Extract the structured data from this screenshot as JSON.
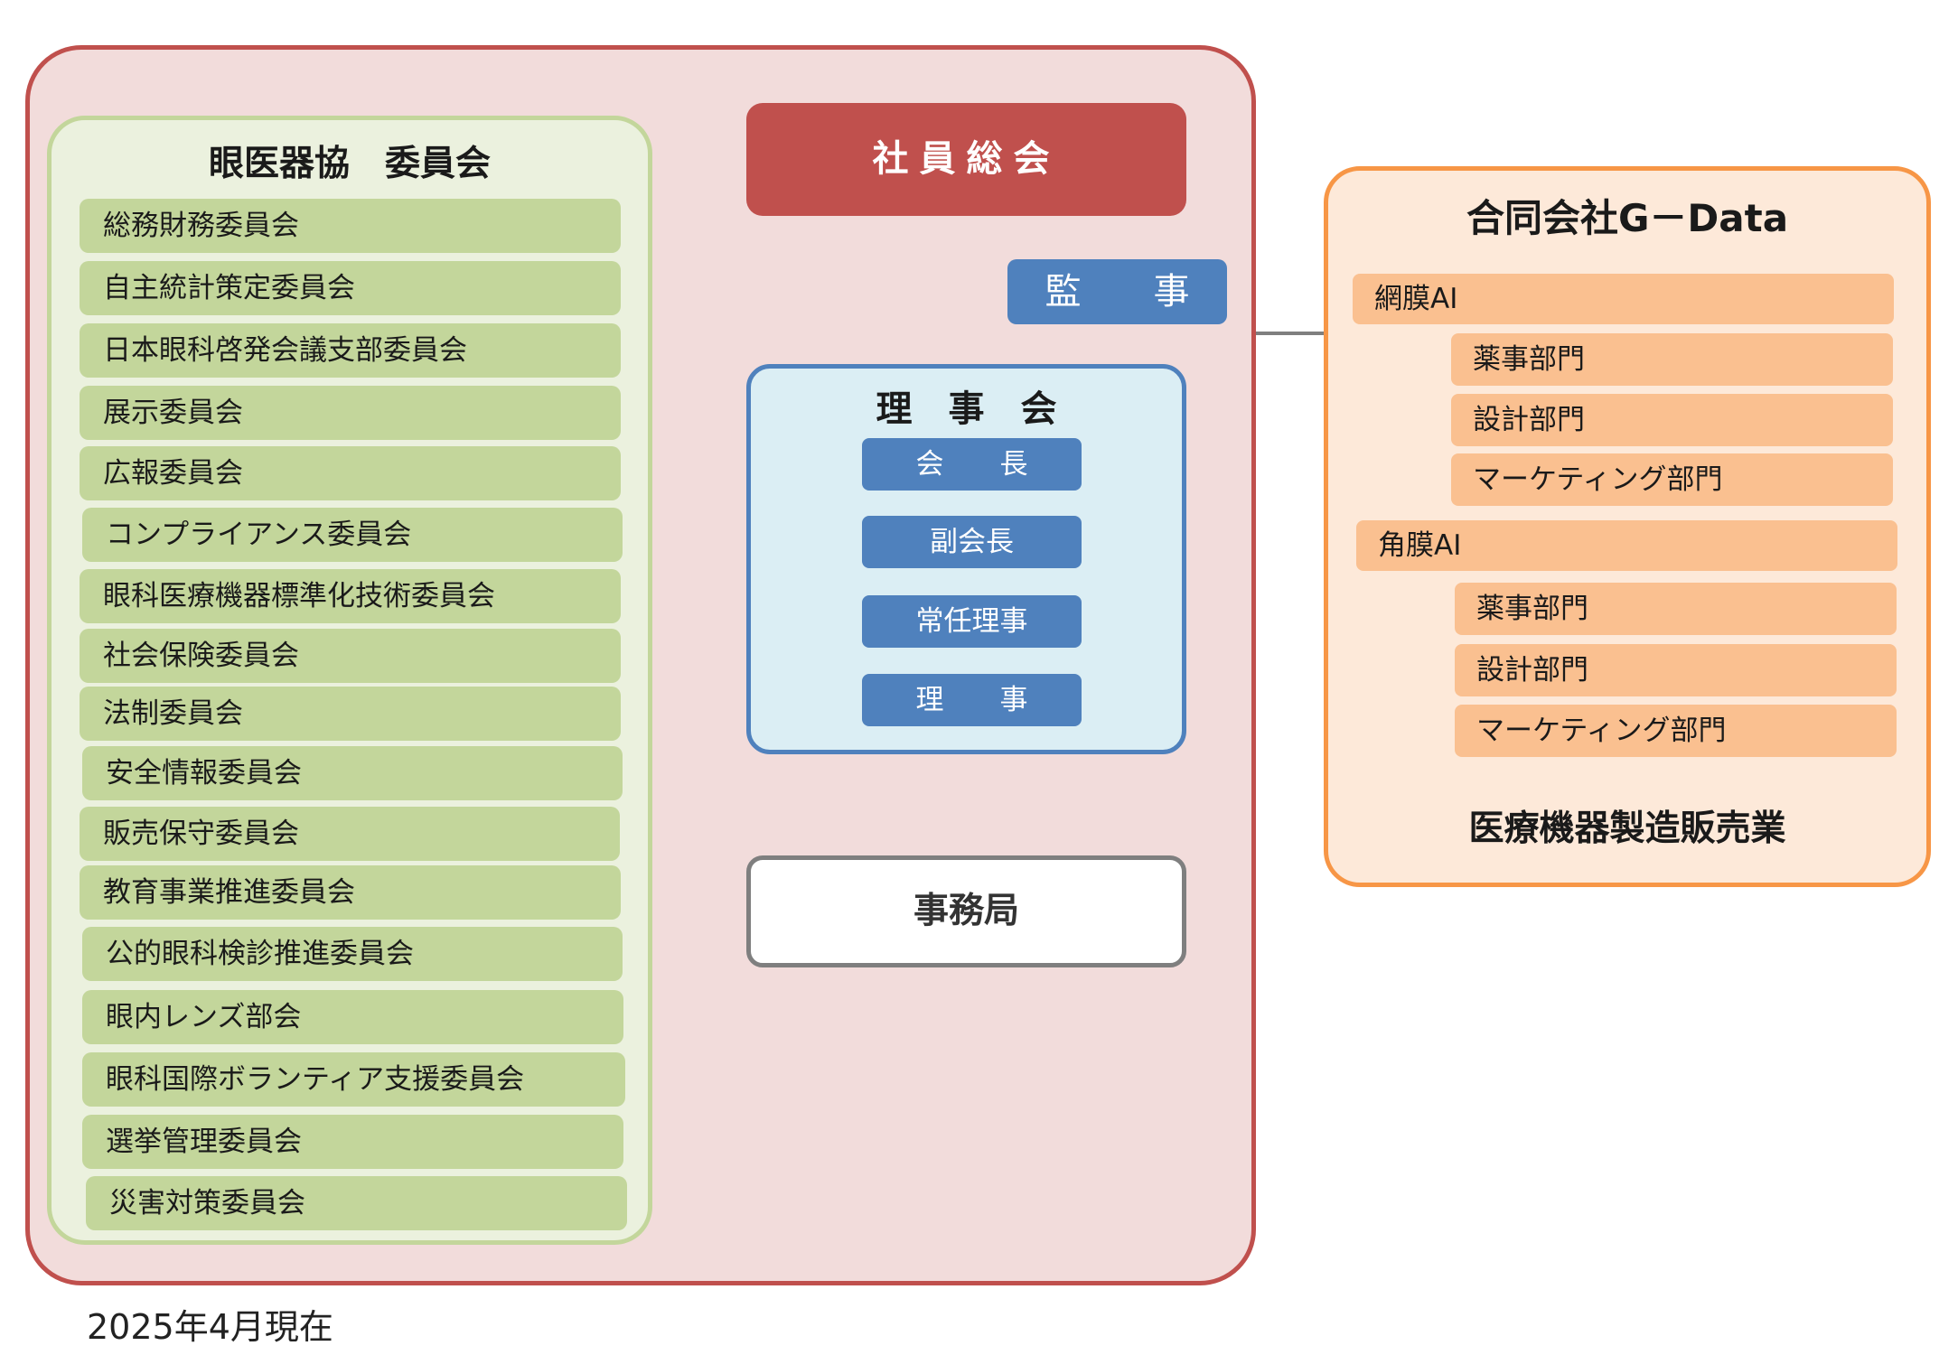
{
  "association": {
    "committee_panel_title": "眼医器協　委員会",
    "committees": [
      "総務財務委員会",
      "自主統計策定委員会",
      "日本眼科啓発会議支部委員会",
      "展示委員会",
      "広報委員会",
      "コンプライアンス委員会",
      "眼科医療機器標準化技術委員会",
      "社会保険委員会",
      "法制委員会",
      "安全情報委員会",
      "販売保守委員会",
      "教育事業推進委員会",
      "公的眼科検診推進委員会",
      "眼内レンズ部会",
      "眼科国際ボランティア支援委員会",
      "選挙管理委員会",
      "災害対策委員会"
    ],
    "general_meeting": "社員総会",
    "auditor": "監　　事",
    "board": {
      "title": "理　事　会",
      "roles": [
        "会　　長",
        "副会長",
        "常任理事",
        "理　　事"
      ]
    },
    "secretariat": "事務局"
  },
  "company": {
    "title": "合同会社G－Data",
    "divisions": [
      {
        "name": "網膜AI",
        "departments": [
          "薬事部門",
          "設計部門",
          "マーケティング部門"
        ]
      },
      {
        "name": "角膜AI",
        "departments": [
          "薬事部門",
          "設計部門",
          "マーケティング部門"
        ]
      }
    ],
    "footer": "医療機器製造販売業"
  },
  "as_of": "2025年4月現在",
  "colors": {
    "main_border": "#c0504d",
    "main_fill": "#f2dcdb",
    "committee_border": "#c3d69b",
    "committee_fill": "#ebf1de",
    "board_blue": "#4f81bd",
    "board_fill": "#dbeef4",
    "company_border": "#f79646",
    "company_fill": "#fde9d9",
    "company_item": "#fac090",
    "connector": "#7f7f7f"
  }
}
